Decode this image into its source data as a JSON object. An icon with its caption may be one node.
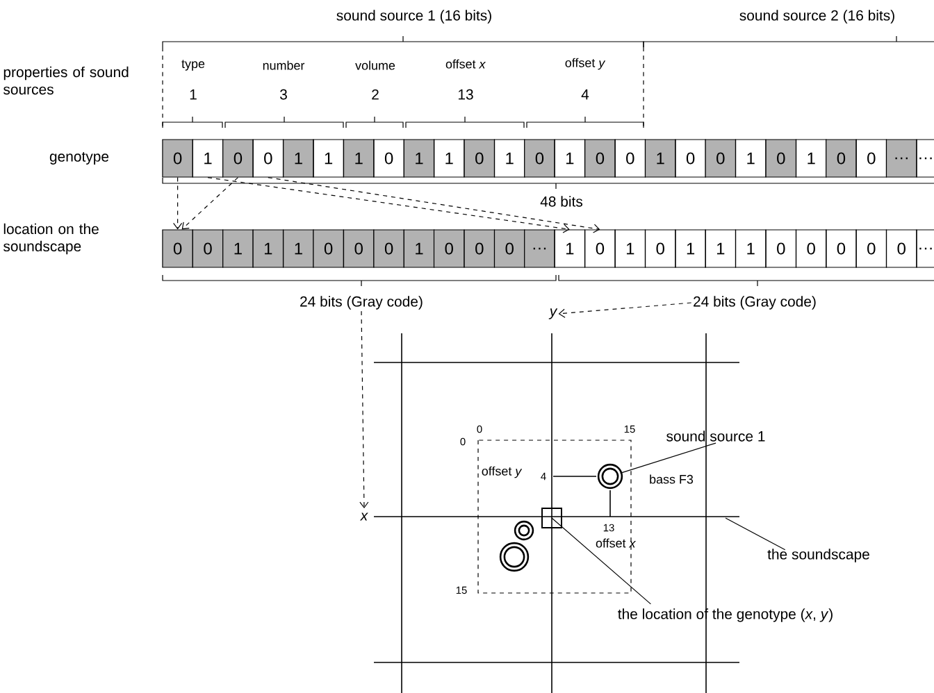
{
  "diagram": {
    "nodes": [
      {
        "text": [
          "0"
        ]
      },
      {
        "text": [
          "1"
        ]
      },
      {
        "text": [
          "0"
        ]
      },
      {
        "text": [
          "0"
        ]
      },
      {
        "text": [
          "1"
        ]
      },
      {
        "text": [
          "1"
        ]
      },
      {
        "text": [
          "1"
        ]
      },
      {
        "text": [
          "0"
        ]
      },
      {
        "text": [
          "1"
        ]
      },
      {
        "text": [
          "1"
        ]
      },
      {
        "text": [
          "0"
        ]
      },
      {
        "text": [
          "1"
        ]
      },
      {
        "text": [
          "0"
        ]
      },
      {
        "text": [
          "1"
        ]
      },
      {
        "text": [
          "0"
        ]
      },
      {
        "text": [
          "0"
        ]
      },
      {
        "text": [
          "1"
        ]
      },
      {
        "text": [
          "0"
        ]
      },
      {
        "text": [
          "0"
        ]
      },
      {
        "text": [
          "1"
        ]
      },
      {
        "text": [
          "0"
        ]
      },
      {
        "text": [
          "1"
        ]
      },
      {
        "text": [
          "0"
        ]
      },
      {
        "text": [
          "0"
        ]
      },
      {
        "text": [
          "…"
        ]
      },
      {
        "text": [
          "…"
        ]
      },
      {
        "text": [
          "0"
        ]
      },
      {
        "text": [
          "0"
        ]
      },
      {
        "text": [
          "1"
        ]
      },
      {
        "text": [
          "1"
        ]
      },
      {
        "text": [
          "1"
        ]
      },
      {
        "text": [
          "0"
        ]
      },
      {
        "text": [
          "0"
        ]
      },
      {
        "text": [
          "0"
        ]
      },
      {
        "text": [
          "1"
        ]
      },
      {
        "text": [
          "0"
        ]
      },
      {
        "text": [
          "0"
        ]
      },
      {
        "text": [
          "0"
        ]
      },
      {
        "text": [
          "…"
        ]
      },
      {
        "text": [
          "1"
        ]
      },
      {
        "text": [
          "0"
        ]
      },
      {
        "text": [
          "1"
        ]
      },
      {
        "text": [
          "0"
        ]
      },
      {
        "text": [
          "1"
        ]
      },
      {
        "text": [
          "1"
        ]
      },
      {
        "text": [
          "1"
        ]
      },
      {
        "text": [
          "0"
        ]
      },
      {
        "text": [
          "0"
        ]
      },
      {
        "text": [
          "0"
        ]
      },
      {
        "text": [
          "0"
        ]
      },
      {
        "text": [
          "0"
        ]
      },
      {
        "text": [
          "…"
        ]
      },
      {
        "text": [
          "24 bits (Gray code)"
        ]
      },
      {
        "text": [
          "24 bits (Gray code)"
        ]
      },
      {
        "text": [
          "x"
        ]
      },
      {
        "text": [
          "y"
        ]
      },
      {
        "text": [
          "sound source 1"
        ]
      },
      {
        "text": [],
        "shape": "circle"
      },
      {
        "text": [
          "the location of the genotype (*x*, *y*)"
        ]
      },
      {
        "text": [],
        "shape": "box"
      },
      {
        "text": [
          "the soundscape"
        ]
      },
      {
        "text": [],
        "shape": "circle"
      },
      {
        "text": [],
        "shape": "circle"
      }
    ],
    "edges": [
      {
        "from": 0,
        "to": 26,
        "arrow": "to",
        "style": "dashed"
      },
      {
        "from": 2,
        "to": 26,
        "arrow": "to",
        "style": "dashed"
      },
      {
        "from": 1,
        "to": 39,
        "arrow": "to",
        "style": "dashed"
      },
      {
        "from": 3,
        "to": 40,
        "arrow": "to",
        "style": "dashed"
      },
      {
        "from": 53,
        "to": 55,
        "arrow": "to",
        "style": "dashed"
      },
      {
        "from": 52,
        "to": 54,
        "arrow": "to",
        "style": "dashed"
      },
      {
        "from": 56,
        "to": 57,
        "arrow": "none"
      },
      {
        "from": 58,
        "to": 59,
        "arrow": "none"
      },
      {
        "from": 60,
        "to": null,
        "arrow": "none"
      }
    ],
    "labels": [
      "sound source 1 (16 bits)",
      "sound source 2 (16 bits)",
      "properties of sound sources",
      "type",
      "number",
      "volume",
      "offset *x*",
      "offset *y*",
      "1",
      "3",
      "2",
      "13",
      "4",
      "genotype",
      "48 bits",
      "location on the soundscape",
      "0",
      "0",
      "15",
      "offset *y*",
      "4",
      "bass F3",
      "13",
      "offset *x*",
      "15"
    ]
  }
}
